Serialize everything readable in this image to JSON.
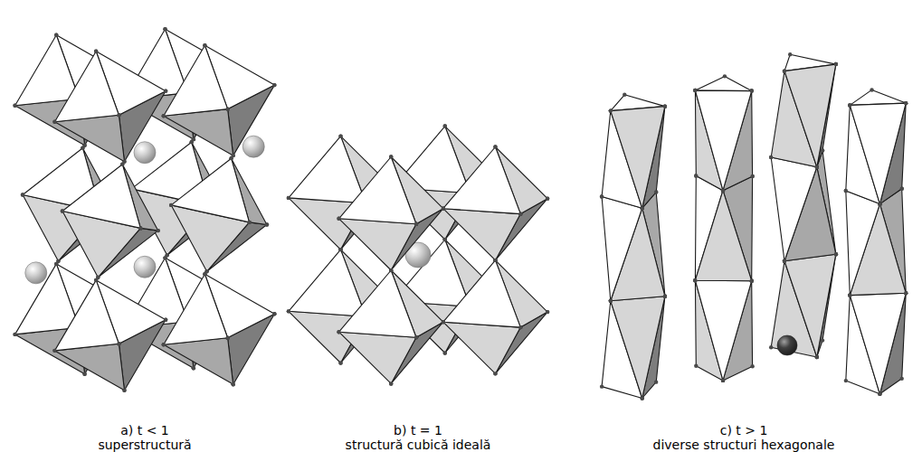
{
  "diagram": {
    "labels": [
      "a) t < 1",
      "superstructură",
      "b) t = 1",
      "structură cubică ideală",
      "c) t > 1",
      "diverse structuri hexagonale"
    ]
  }
}
